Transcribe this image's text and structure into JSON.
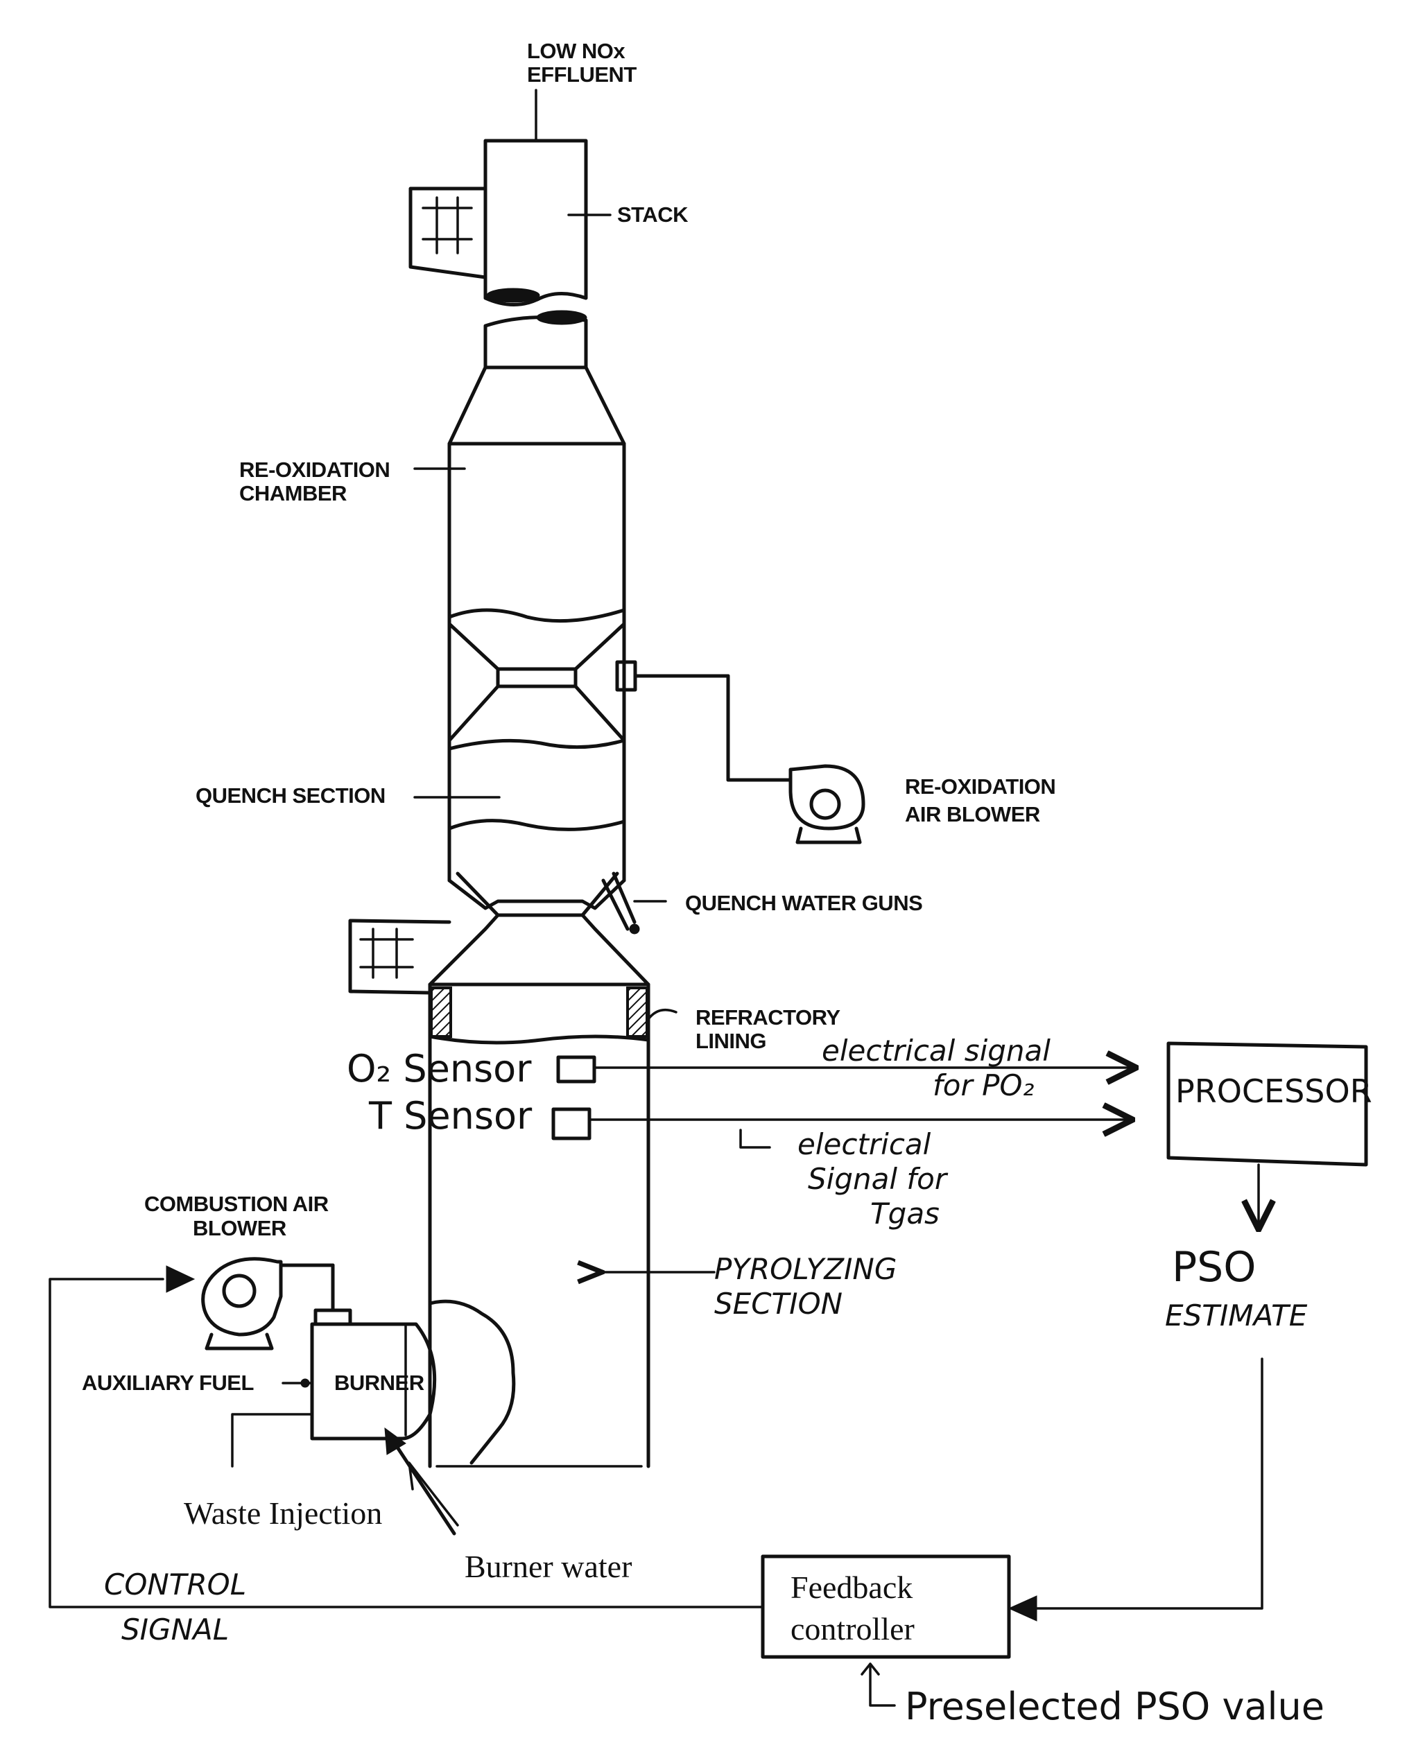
{
  "labels": {
    "effluent_line1": "LOW NOx",
    "effluent_line2": "EFFLUENT",
    "stack": "STACK",
    "reox_chamber_line1": "RE-OXIDATION",
    "reox_chamber_line2": "CHAMBER",
    "quench_section": "QUENCH SECTION",
    "reox_blower_line1": "RE-OXIDATION",
    "reox_blower_line2": "AIR BLOWER",
    "quench_guns": "QUENCH WATER GUNS",
    "refractory_line1": "REFRACTORY",
    "refractory_line2": "LINING",
    "o2_sensor": "O₂ Sensor",
    "t_sensor": "T Sensor",
    "sig_po2_line1": "electrical signal",
    "sig_po2_line2": "for PO₂",
    "sig_tgas_line1": "electrical",
    "sig_tgas_line2": "Signal for",
    "sig_tgas_line3": "Tgas",
    "processor": "PROCESSOR",
    "pso_line1": "PSO",
    "pso_line2": "ESTIMATE",
    "pyro_line1": "PYROLYZING",
    "pyro_line2": "SECTION",
    "comb_blower_line1": "COMBUSTION AIR",
    "comb_blower_line2": "BLOWER",
    "aux_fuel": "AUXILIARY FUEL",
    "burner": "BURNER",
    "waste_injection": "Waste Injection",
    "burner_water": "Burner water",
    "control_line1": "CONTROL",
    "control_line2": "SIGNAL",
    "feedback_line1": "Feedback",
    "feedback_line2": "controller",
    "preselected": "Preselected PSO value"
  }
}
